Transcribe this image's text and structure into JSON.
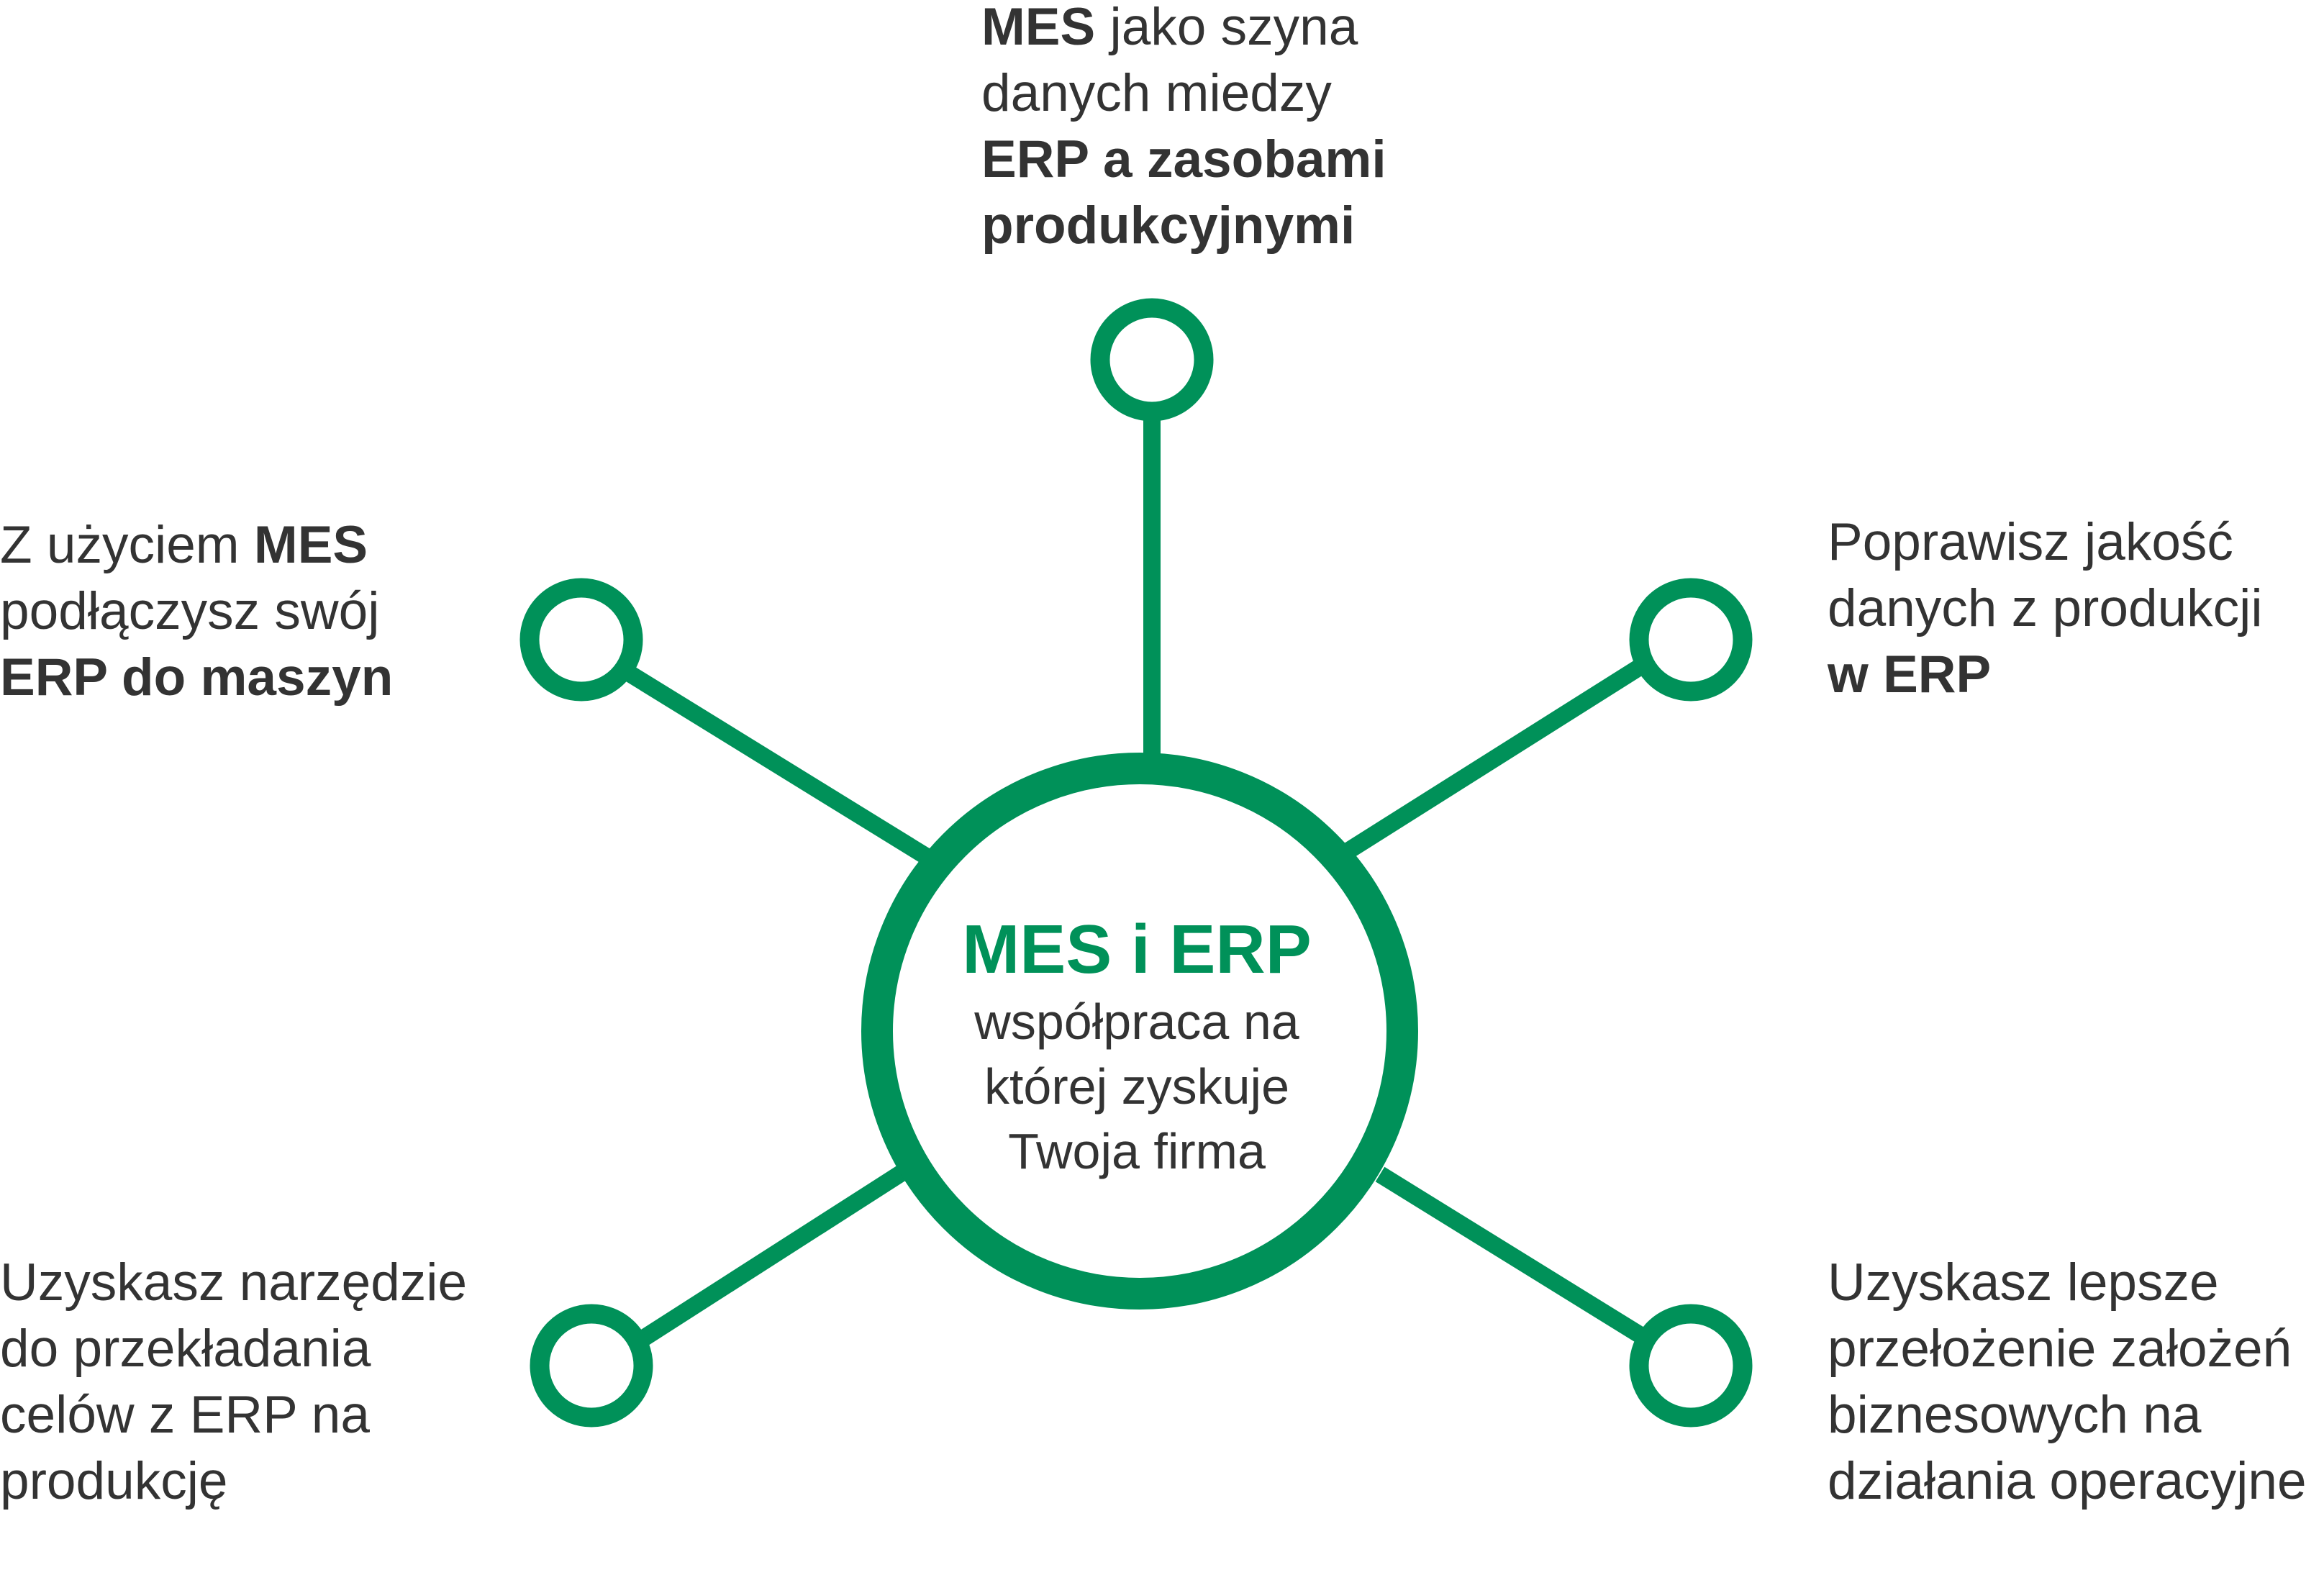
{
  "colors": {
    "accent": "#009159",
    "text": "#333333",
    "background": "#ffffff"
  },
  "center": {
    "title": "MES i ERP",
    "subtitle": "współpraca na\nktórej zyskuje\nTwoja firma"
  },
  "nodes": [
    {
      "id": "top",
      "lines": [
        [
          {
            "text": "MES",
            "bold": true
          },
          {
            "text": " jako szyna",
            "bold": false
          }
        ],
        [
          {
            "text": "danych miedzy",
            "bold": false
          }
        ],
        [
          {
            "text": "ERP a zasobami",
            "bold": true
          }
        ],
        [
          {
            "text": "produkcyjnymi",
            "bold": true
          }
        ]
      ]
    },
    {
      "id": "upper-left",
      "lines": [
        [
          {
            "text": "Z użyciem ",
            "bold": false
          },
          {
            "text": "MES",
            "bold": true
          }
        ],
        [
          {
            "text": "podłączysz swój",
            "bold": false
          }
        ],
        [
          {
            "text": "ERP do maszyn",
            "bold": true
          }
        ]
      ]
    },
    {
      "id": "upper-right",
      "lines": [
        [
          {
            "text": "Poprawisz jakość",
            "bold": false
          }
        ],
        [
          {
            "text": "danych z produkcji",
            "bold": false
          }
        ],
        [
          {
            "text": "w ERP",
            "bold": true
          }
        ]
      ]
    },
    {
      "id": "lower-left",
      "lines": [
        [
          {
            "text": "Uzyskasz narzędzie",
            "bold": false
          }
        ],
        [
          {
            "text": "do przekładania",
            "bold": false
          }
        ],
        [
          {
            "text": "celów z ERP na",
            "bold": false
          }
        ],
        [
          {
            "text": "produkcję",
            "bold": false
          }
        ]
      ]
    },
    {
      "id": "lower-right",
      "lines": [
        [
          {
            "text": "Uzyskasz lepsze",
            "bold": false
          }
        ],
        [
          {
            "text": "przełożenie założeń",
            "bold": false
          }
        ],
        [
          {
            "text": "biznesowych na",
            "bold": false
          }
        ],
        [
          {
            "text": "działania operacyjne",
            "bold": false
          }
        ]
      ]
    }
  ]
}
